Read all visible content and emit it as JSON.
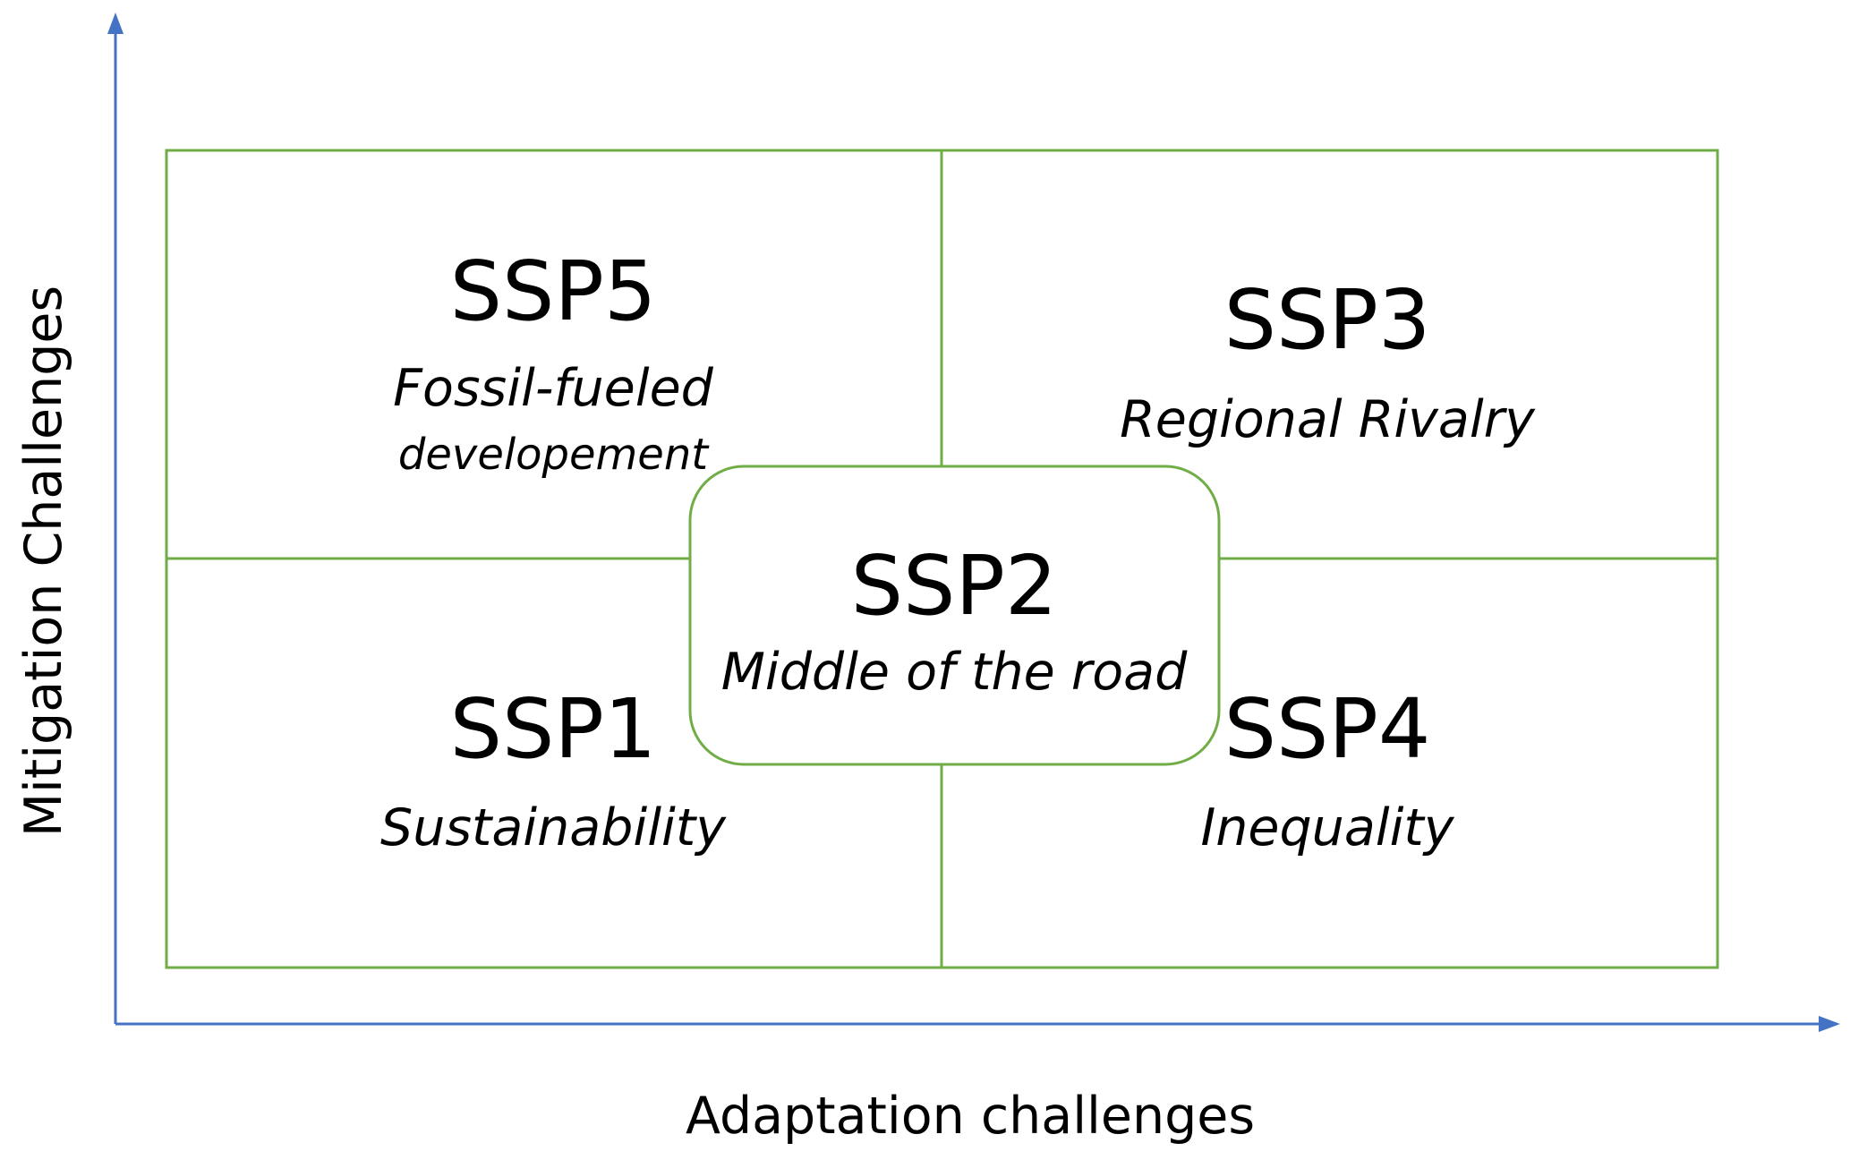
{
  "axes": {
    "x_label": "Adaptation challenges",
    "y_label": "Mitigation Challenges",
    "axis_color": "#4472C4"
  },
  "grid": {
    "line_color": "#70AD47"
  },
  "quadrants": {
    "top_left": {
      "code": "SSP5",
      "name_line1": "Fossil-fueled",
      "name_line2": "developement"
    },
    "top_right": {
      "code": "SSP3",
      "name": "Regional Rivalry"
    },
    "bottom_left": {
      "code": "SSP1",
      "name": "Sustainability"
    },
    "bottom_right": {
      "code": "SSP4",
      "name": "Inequality"
    }
  },
  "center": {
    "code": "SSP2",
    "name": "Middle of the road"
  }
}
